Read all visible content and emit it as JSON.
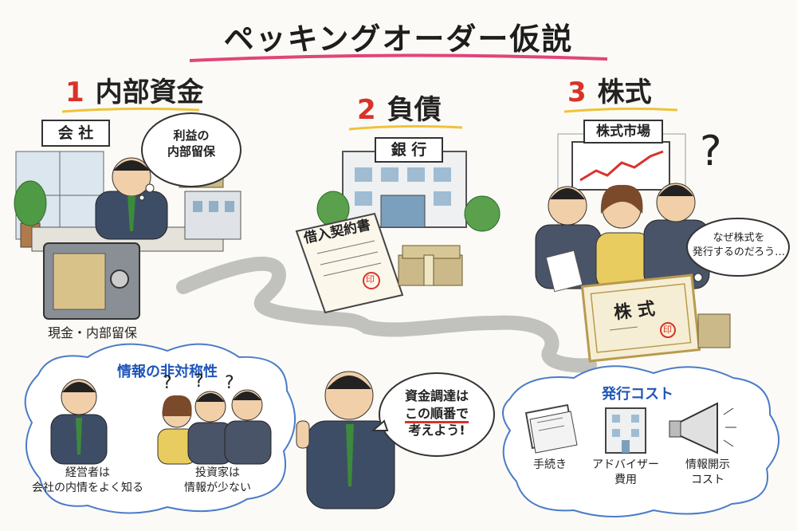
{
  "title": "ペッキングオーダー仮説",
  "colors": {
    "accent_red": "#d8332a",
    "accent_blue": "#1f55b8",
    "ink": "#222222",
    "paper": "#fbfaf6",
    "underline_pink": "#e0457a"
  },
  "sections": {
    "internal": {
      "number": "1",
      "label": "内部資金",
      "sign": "会 社",
      "thought": "利益の\n内部留保",
      "caption": "現金・内部留保"
    },
    "debt": {
      "number": "2",
      "label": "負債",
      "sign": "銀 行",
      "document": "借入契約書",
      "stamp": "印"
    },
    "equity": {
      "number": "3",
      "label": "株式",
      "sign": "株式市場",
      "question": "?",
      "thought": "なぜ株式を\n発行するのだろう…",
      "certificate": "株 式",
      "stamp": "印"
    }
  },
  "asymmetry": {
    "title": "情報の非対称性",
    "manager": "経営者は\n会社の内情をよく知る",
    "investors": "投資家は\n情報が少ない",
    "questions": [
      "?",
      "?",
      "?"
    ]
  },
  "speaker": {
    "line1": "資金調達は",
    "line2": "この順番で",
    "line3": "考えよう!"
  },
  "costs": {
    "title": "発行コスト",
    "items": [
      {
        "icon": "documents-icon",
        "label": "手続き"
      },
      {
        "icon": "building-icon",
        "label": "アドバイザー\n費用"
      },
      {
        "icon": "megaphone-icon",
        "label": "情報開示\nコスト"
      }
    ]
  }
}
